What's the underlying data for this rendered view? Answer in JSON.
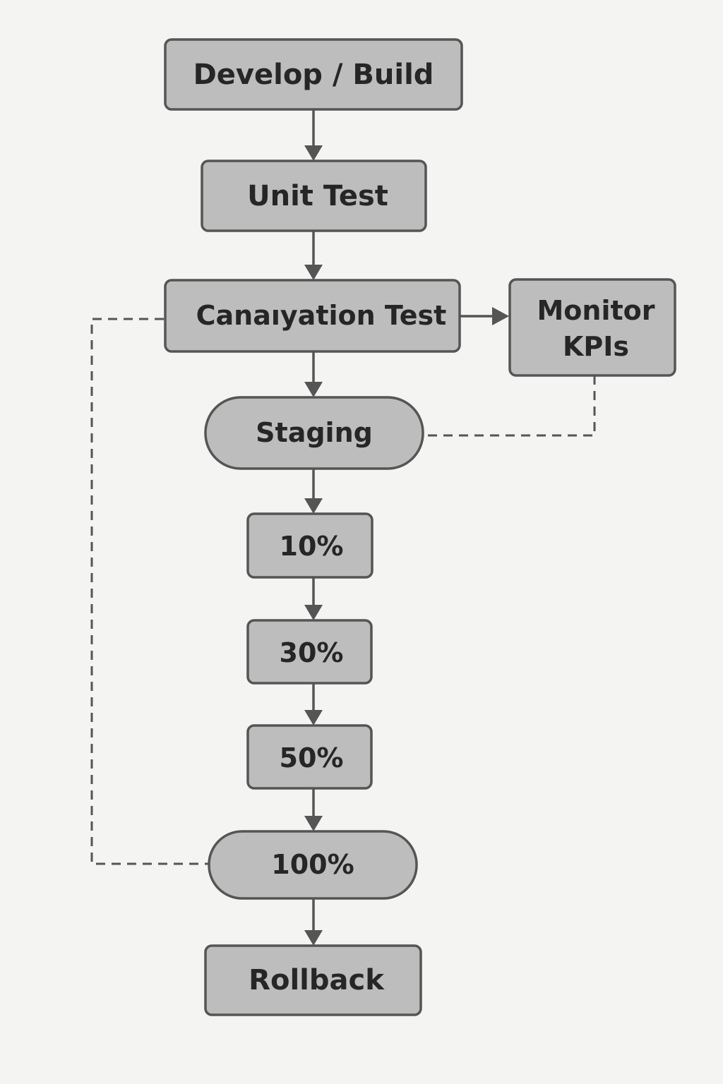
{
  "nodes": {
    "develop_build": "Develop / Build",
    "unit_test": "Unit Test",
    "canary_test": "Canaıyation Test",
    "monitor_kpis": [
      "Monitor",
      "KPIs"
    ],
    "staging": "Staging",
    "p10": "10%",
    "p30": "30%",
    "p50": "50%",
    "p100": "100%",
    "rollback": "Rollback"
  },
  "edges": [
    {
      "from": "Develop / Build",
      "to": "Unit Test",
      "style": "solid"
    },
    {
      "from": "Unit Test",
      "to": "Canaıyation Test",
      "style": "solid"
    },
    {
      "from": "Canaıyation Test",
      "to": "Monitor KPIs",
      "style": "solid"
    },
    {
      "from": "Canaıyation Test",
      "to": "Staging",
      "style": "solid"
    },
    {
      "from": "Staging",
      "to": "10%",
      "style": "solid"
    },
    {
      "from": "10%",
      "to": "30%",
      "style": "solid"
    },
    {
      "from": "30%",
      "to": "50%",
      "style": "solid"
    },
    {
      "from": "50%",
      "to": "100%",
      "style": "solid"
    },
    {
      "from": "100%",
      "to": "Rollback",
      "style": "solid"
    },
    {
      "from": "Monitor KPIs",
      "to": "Staging",
      "style": "dashed"
    },
    {
      "from": "Canaıyation Test",
      "to": "100%",
      "style": "dashed"
    }
  ],
  "colors": {
    "node_fill": "#bdbdbd",
    "stroke": "#555555",
    "text": "#262626",
    "background": "#f4f4f2"
  }
}
